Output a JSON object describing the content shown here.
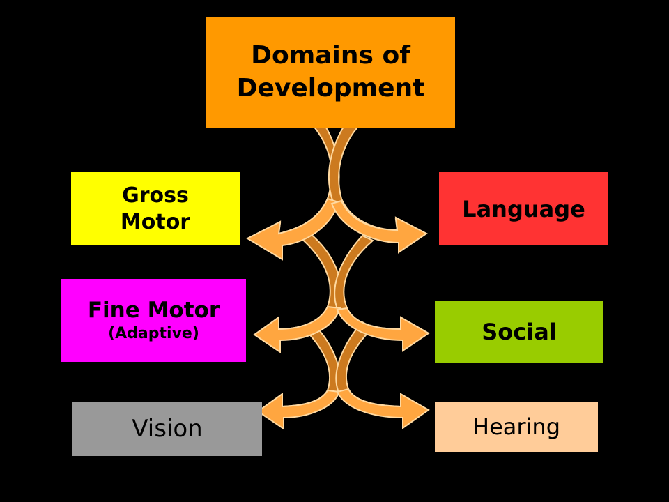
{
  "title": {
    "line1": "Domains of",
    "line2": "Development",
    "color": "#FF9900"
  },
  "domains": {
    "gross_motor": {
      "line1": "Gross",
      "line2": "Motor",
      "color": "#FFFF00"
    },
    "fine_motor": {
      "label": "Fine Motor",
      "sublabel": "(Adaptive)",
      "color": "#FF00FF"
    },
    "vision": {
      "label": "Vision",
      "color": "#999999"
    },
    "language": {
      "label": "Language",
      "color": "#FF3333"
    },
    "social": {
      "label": "Social",
      "color": "#99CC00"
    },
    "hearing": {
      "label": "Hearing",
      "color": "#FFCC99"
    }
  },
  "arrow_colors": {
    "front": "#FFA640",
    "back": "#CC7A1F",
    "outline": "#FFD9A0"
  }
}
